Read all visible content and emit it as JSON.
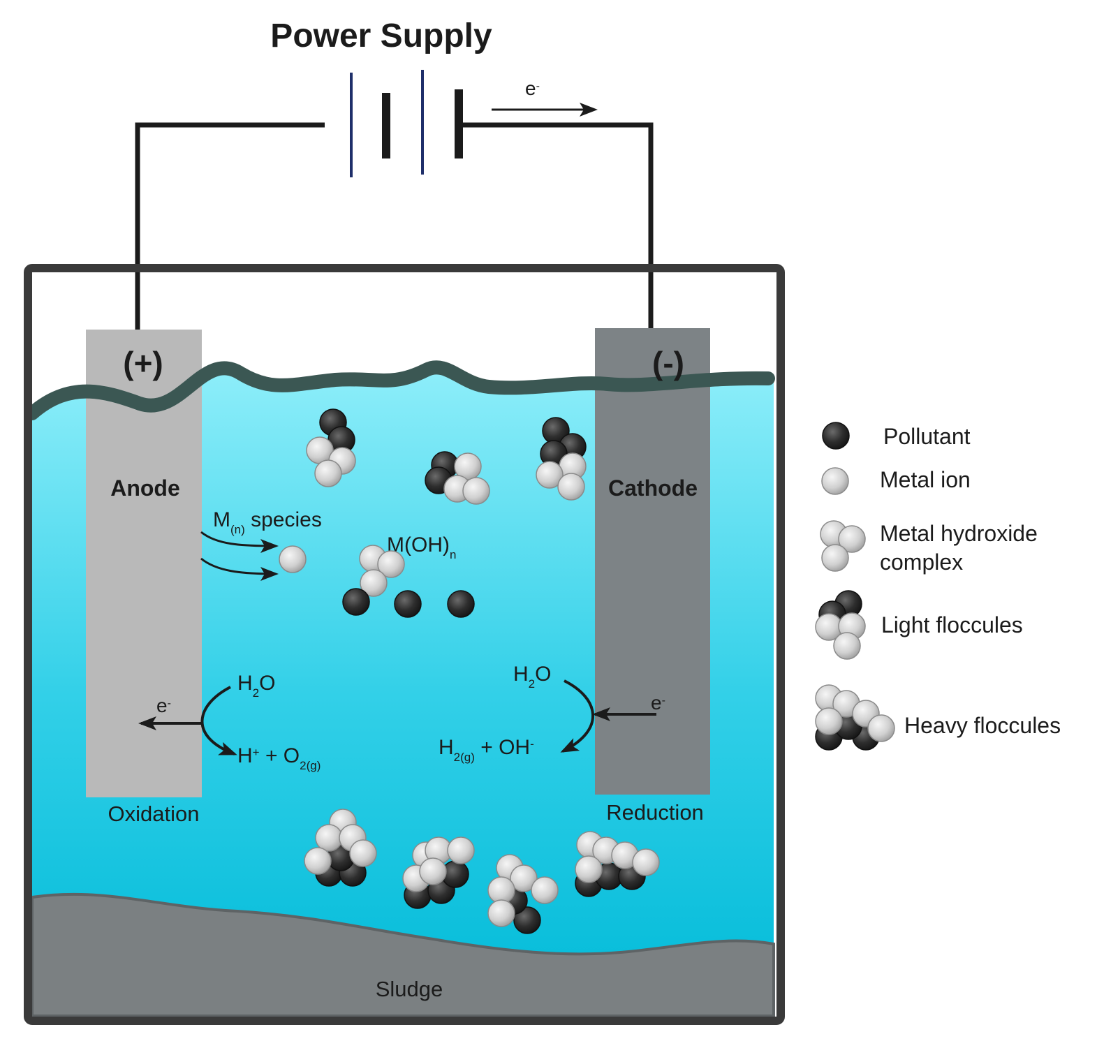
{
  "title": "Power Supply",
  "colors": {
    "water_top": "#8eeefa",
    "water_bottom": "#00bcd9",
    "surface": "#3b5753",
    "anode": "#b9b9b9",
    "cathode": "#7d8386",
    "sludge": "#7b8082",
    "tank": "#3a3a3a",
    "pollutant": "#333333",
    "metal_ion": "#d2d2d2",
    "battery_plate": "#1f2f6a"
  },
  "battery": {
    "electron": "e",
    "electron_sup": "-"
  },
  "anode": {
    "sign": "(+)",
    "name": "Anode",
    "process": "Oxidation",
    "species_main": "M",
    "species_sub": "(n)",
    "species_rest": " species",
    "reaction": {
      "reactant_main": "H",
      "reactant_sub": "2",
      "reactant_rest": "O",
      "electron": "e",
      "electron_sup": "-",
      "p1": "H",
      "p1_sup": "+",
      "plus": " + O",
      "p2_sub": "2(g)"
    }
  },
  "cathode": {
    "sign": "(-)",
    "name": "Cathode",
    "process": "Reduction",
    "reaction": {
      "reactant_main": "H",
      "reactant_sub": "2",
      "reactant_rest": "O",
      "electron": "e",
      "electron_sup": "-",
      "p1": "H",
      "p1_sub": "2(g)",
      "plus": " + OH",
      "p2_sup": "-"
    }
  },
  "hydroxide": {
    "main": "M(OH)",
    "sub": "n"
  },
  "sludge": "Sludge",
  "legend": [
    {
      "label": "Pollutant",
      "icon": "pollutant-icon"
    },
    {
      "label": "Metal ion",
      "icon": "metal-ion-icon"
    },
    {
      "label": "Metal hydroxide",
      "label2": "complex",
      "icon": "metal-hydroxide-icon"
    },
    {
      "label": "Light floccules",
      "icon": "light-floccule-icon"
    },
    {
      "label": "Heavy floccules",
      "icon": "heavy-floccule-icon"
    }
  ]
}
